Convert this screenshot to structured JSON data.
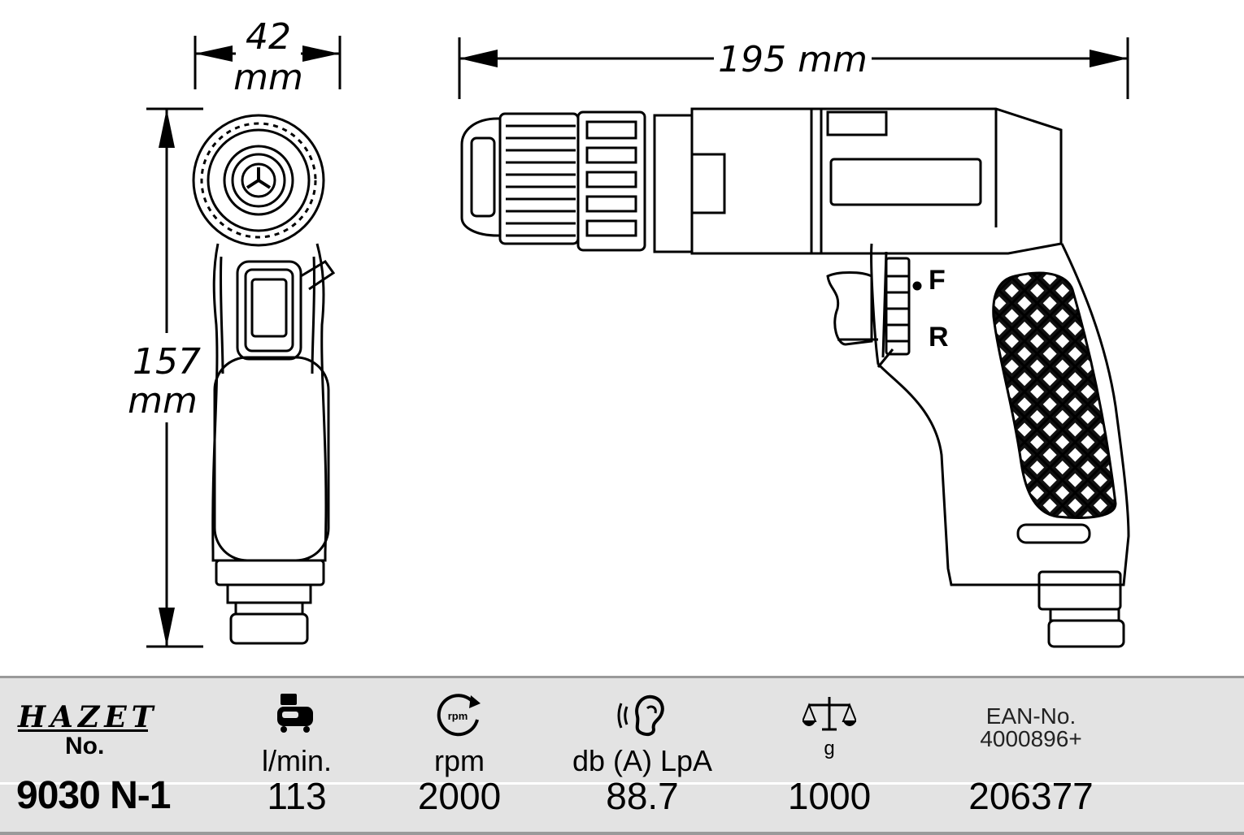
{
  "dimensions": {
    "width": "42",
    "width_unit": "mm",
    "length": "195 mm",
    "height": "157",
    "height_unit": "mm"
  },
  "drawing_marks": {
    "forward": "F",
    "reverse": "R"
  },
  "table": {
    "brand": "HAZET",
    "no_label": "No.",
    "article_no": "9030 N-1",
    "columns": [
      {
        "icon": "compressor-icon",
        "label": "l/min.",
        "value": "113"
      },
      {
        "icon": "rpm-icon",
        "label": "rpm",
        "value": "2000"
      },
      {
        "icon": "ear-sound-icon",
        "label": "db (A) LpA",
        "value": "88.7"
      },
      {
        "icon": "scale-icon",
        "label": "g",
        "value": "1000"
      }
    ],
    "ean_label_line1": "EAN-No.",
    "ean_label_line2": "4000896+",
    "ean_value": "206377",
    "rpm_icon_text": "rpm"
  }
}
